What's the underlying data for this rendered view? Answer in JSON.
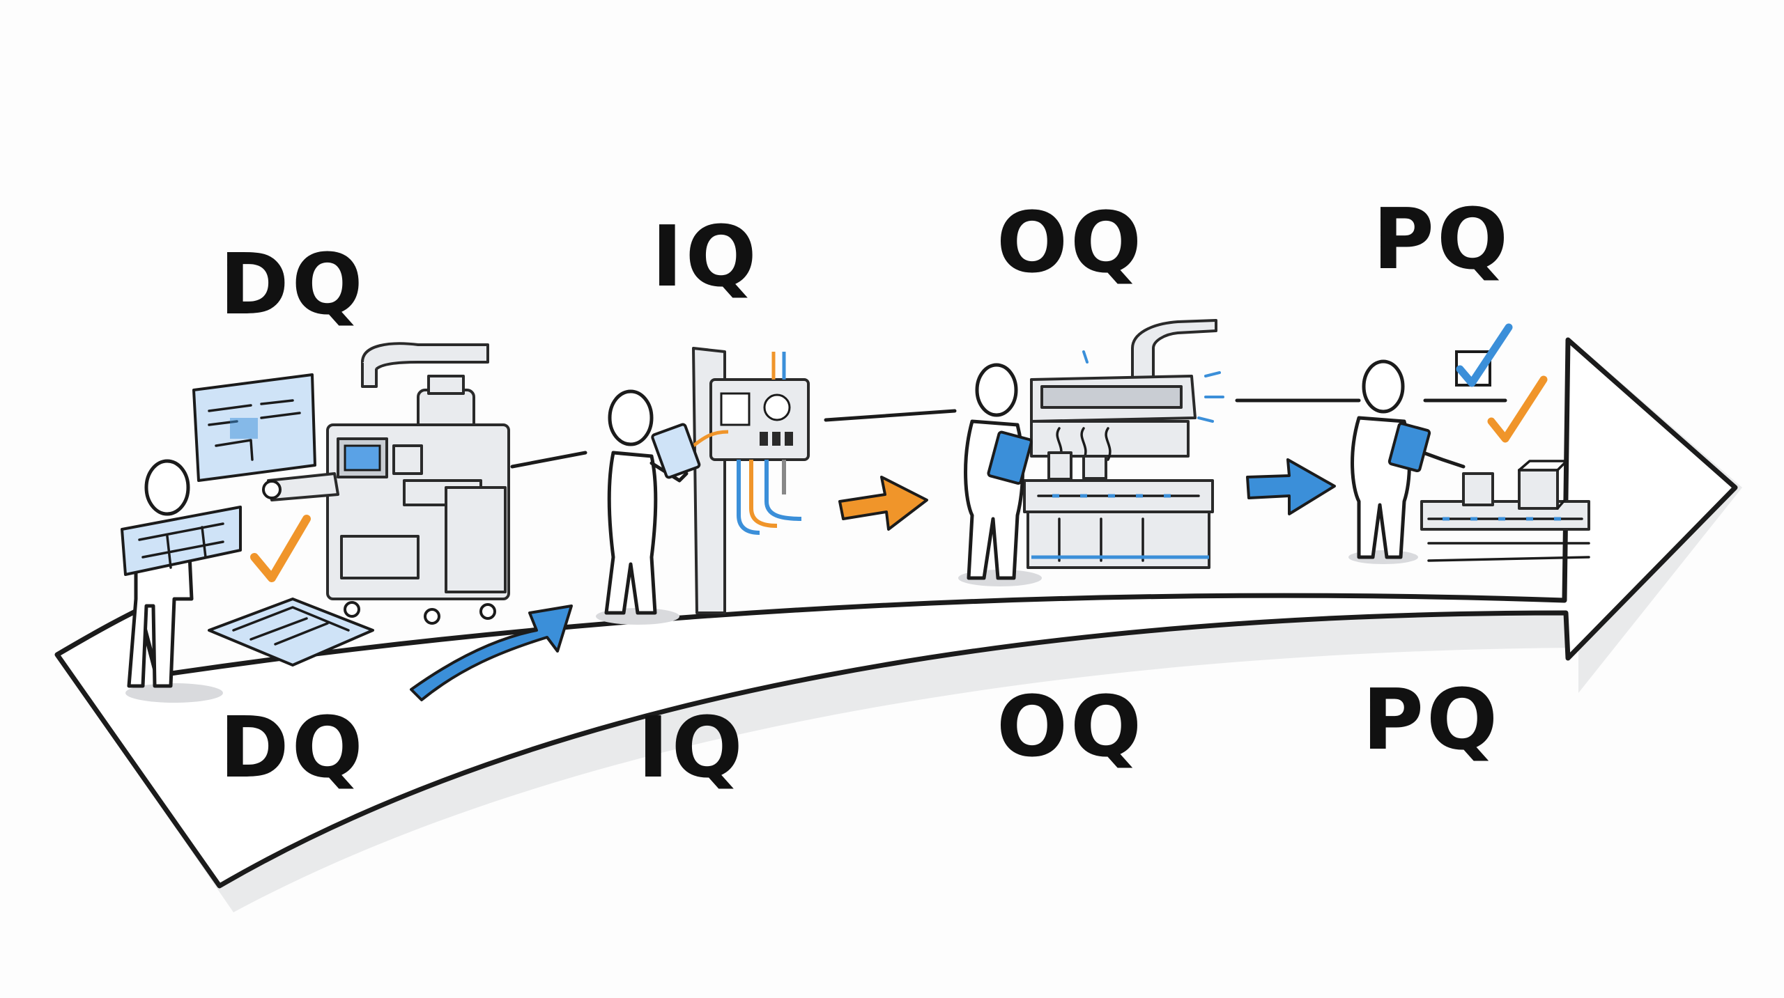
{
  "stages": [
    {
      "id": "dq",
      "top_label": "DQ",
      "bottom_label": "DQ"
    },
    {
      "id": "iq",
      "top_label": "IQ",
      "bottom_label": "IQ"
    },
    {
      "id": "oq",
      "top_label": "OQ",
      "bottom_label": "OQ"
    },
    {
      "id": "pq",
      "top_label": "PQ",
      "bottom_label": "PQ"
    }
  ],
  "colors": {
    "ink": "#1b1b1b",
    "accent_blue": "#3b8fd9",
    "accent_orange": "#f0952a",
    "light_blue": "#cfe3f7",
    "metal": "#e9ebee"
  },
  "icons": [
    "blueprint-icon",
    "checkmark-icon",
    "clipboard-icon",
    "control-panel-icon",
    "machine-icon",
    "conveyor-icon",
    "box-icon",
    "checkbox-icon"
  ]
}
